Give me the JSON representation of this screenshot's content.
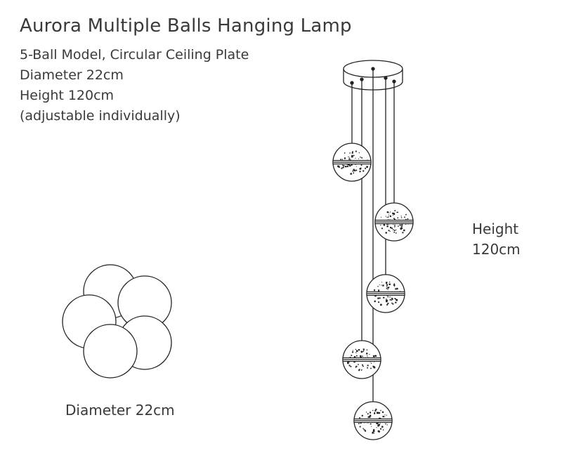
{
  "title": "Aurora Multiple Balls Hanging Lamp",
  "specs": [
    "5-Ball Model, Circular Ceiling Plate",
    "Diameter 22cm",
    "Height 120cm",
    "(adjustable individually)"
  ],
  "height_label": {
    "line1": "Height",
    "line2": "120cm"
  },
  "diameter_label": "Diameter 22cm",
  "colors": {
    "line": "#222222",
    "text": "#3a3a3a"
  },
  "balls_count": 5
}
